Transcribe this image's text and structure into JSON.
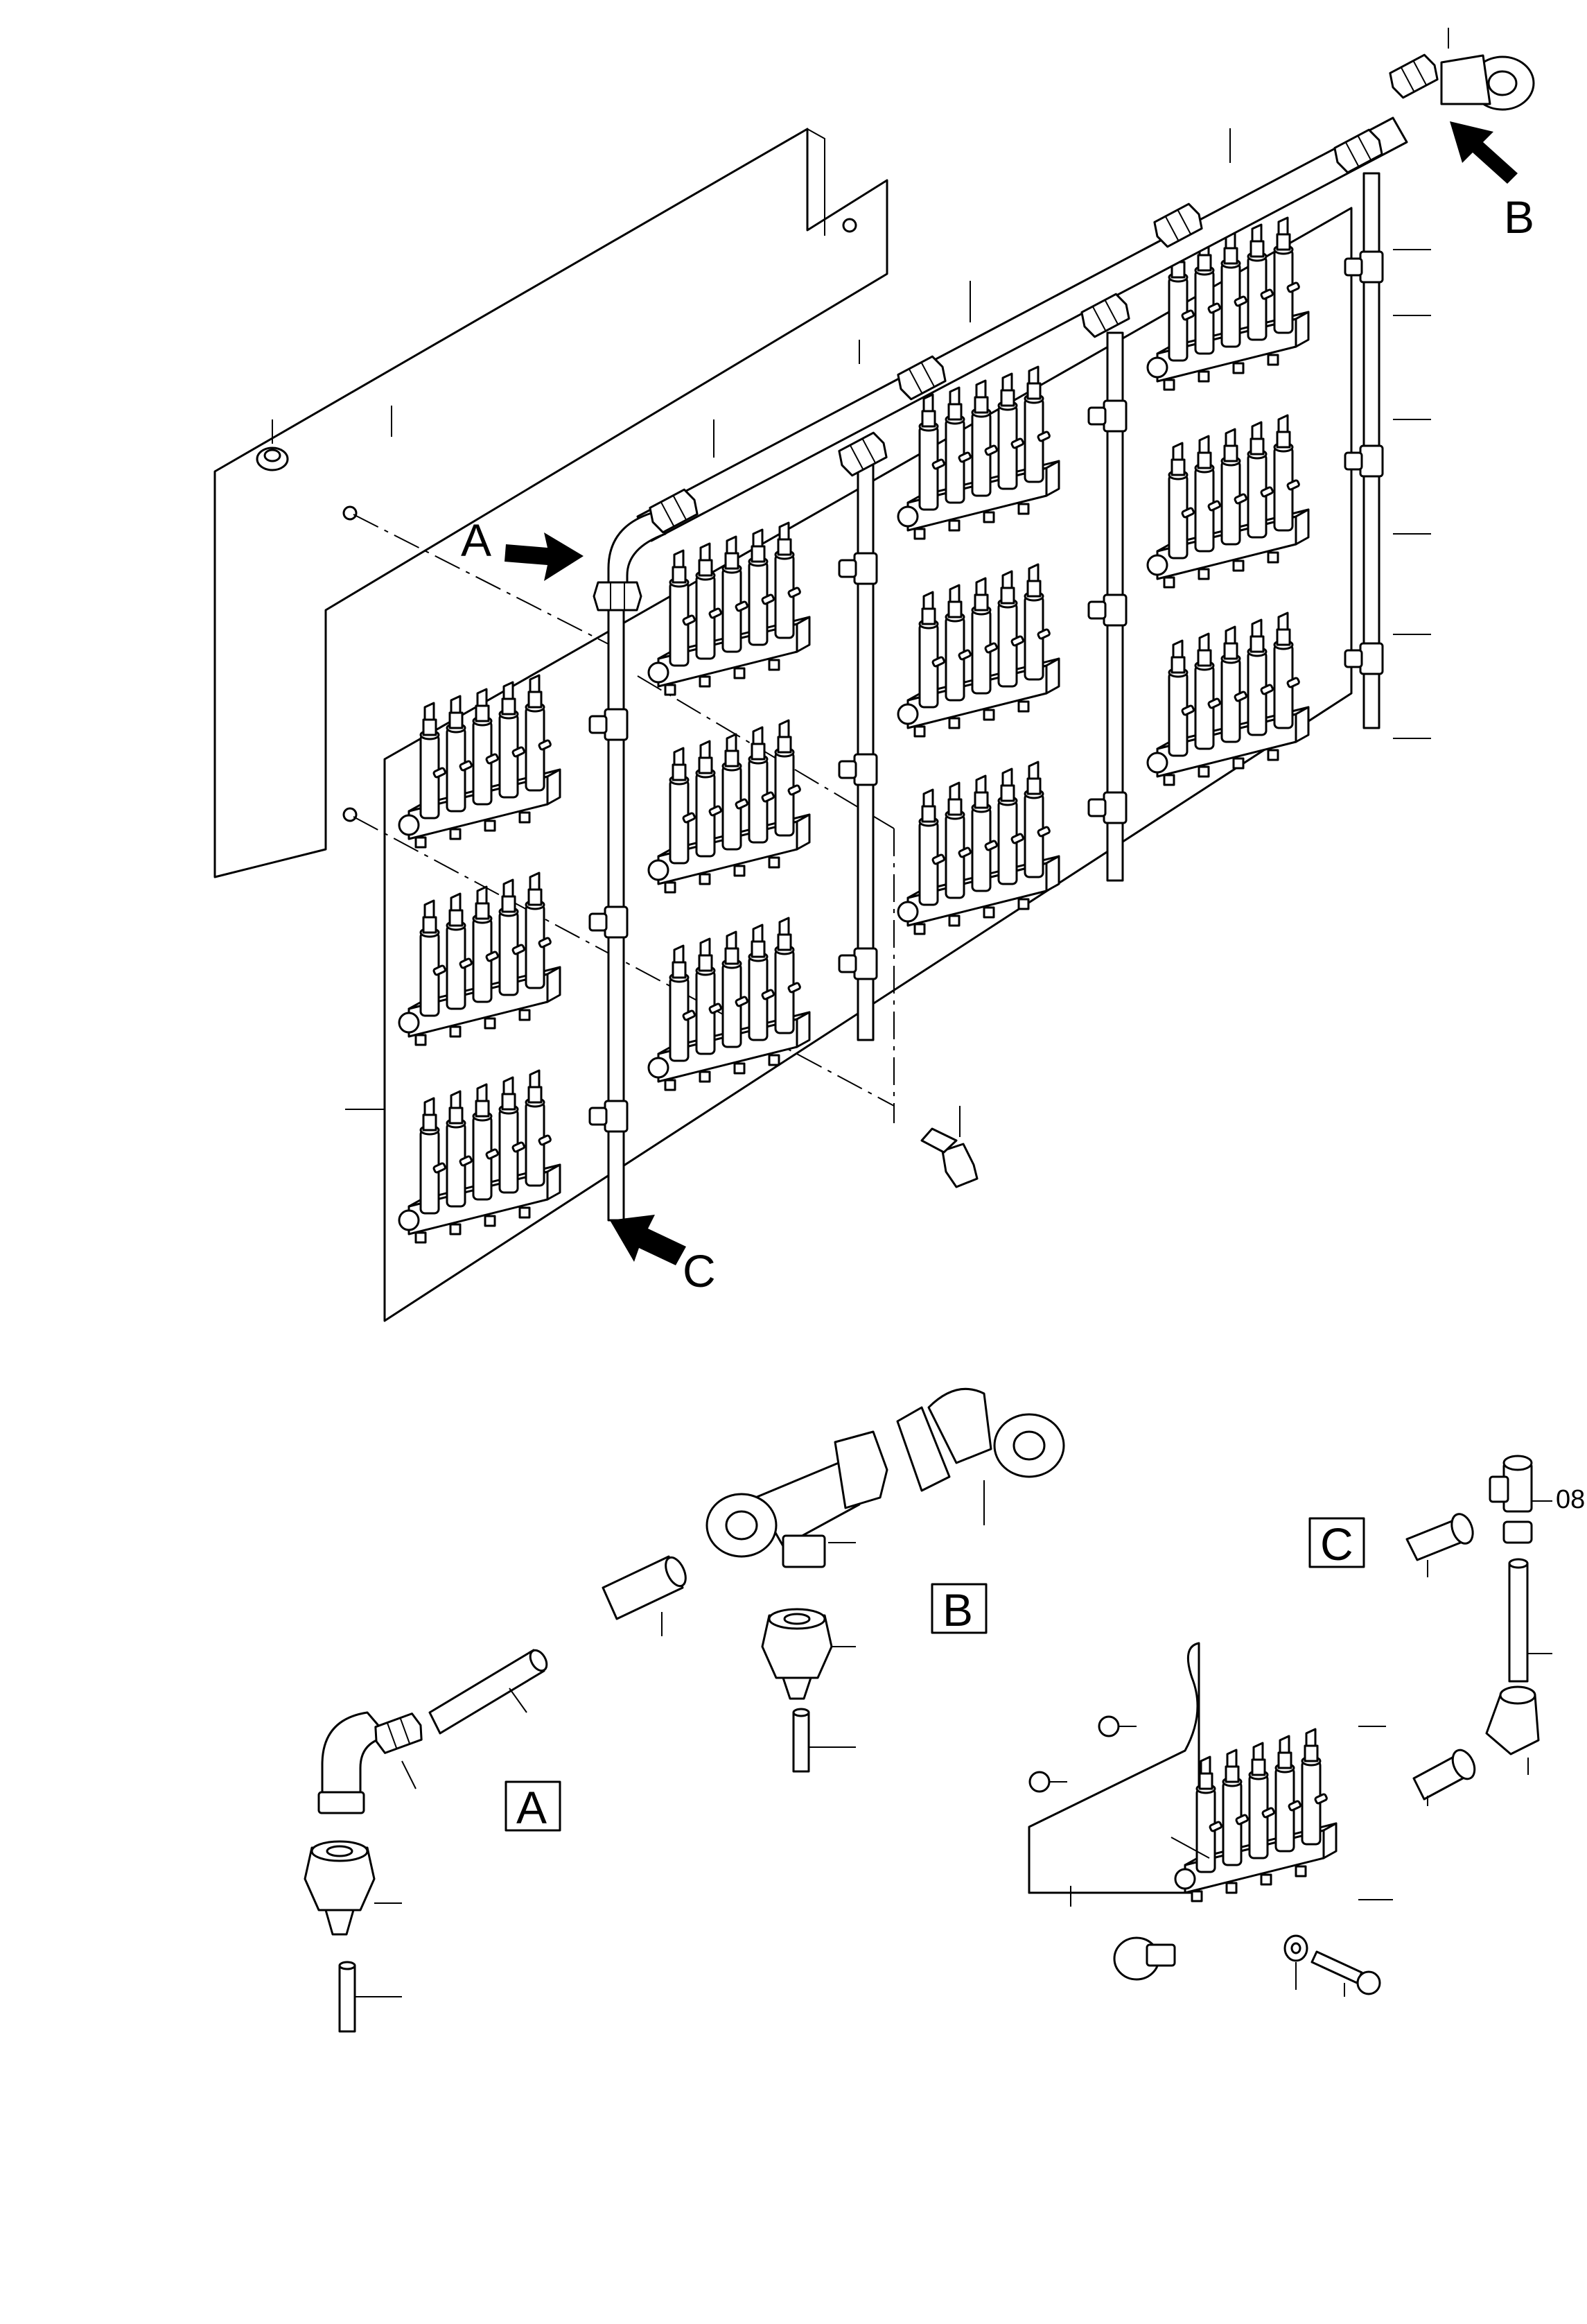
{
  "callouts": {
    "arrow_a": "A",
    "arrow_b": "B",
    "arrow_c": "C"
  },
  "detail_labels": {
    "box_a": "A",
    "box_b": "B",
    "box_c": "C"
  },
  "reference_numbers": {
    "tee_fitting_c": "08"
  }
}
